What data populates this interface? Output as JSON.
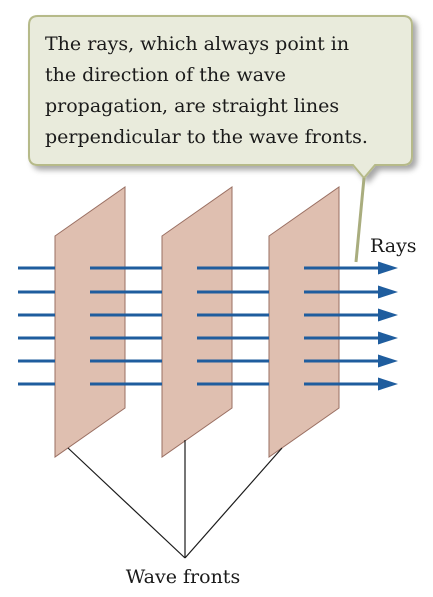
{
  "callout": {
    "lines": [
      "The rays, which always point in",
      "the direction of the wave",
      "propagation, are straight lines",
      "perpendicular to the wave fronts."
    ]
  },
  "labels": {
    "rays": "Rays",
    "wave_fronts": "Wave fronts"
  },
  "colors": {
    "ray": "#1f5d9e",
    "wave_front_fill": "#dfbfb0",
    "wave_front_stroke": "#9a6f62",
    "callout_fill": "#e9ebdc",
    "callout_stroke": "#b6ba89"
  }
}
